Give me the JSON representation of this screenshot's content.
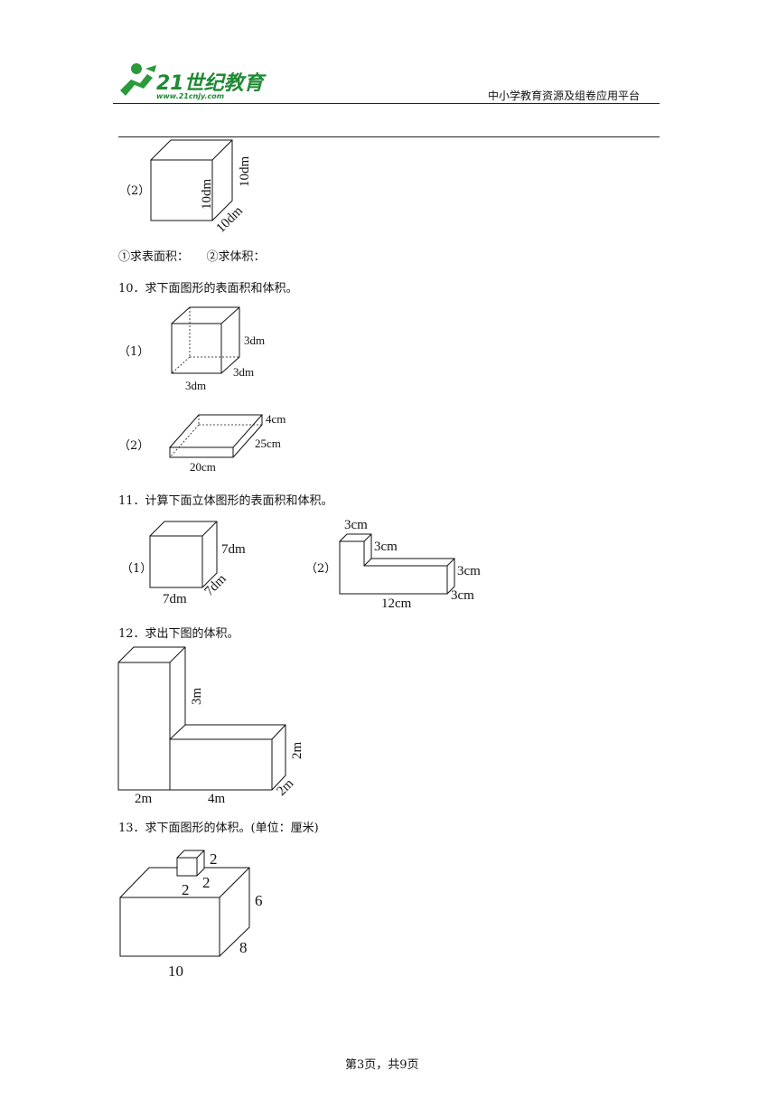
{
  "header": {
    "logo_text": "21世纪教育",
    "logo_url": "www.21cnjy.com",
    "platform": "中小学教育资源及组卷应用平台"
  },
  "footer": {
    "page": "第3页，共9页"
  },
  "q9": {
    "part2_label": "（2）",
    "dim_front": "10dm",
    "dim_side": "10dm",
    "dim_depth": "10dm",
    "subq": "①求表面积：　　②求体积："
  },
  "q10": {
    "text": "10．求下面图形的表面积和体积。",
    "p1_label": "（1）",
    "p1_h": "3dm",
    "p1_d": "3dm",
    "p1_w": "3dm",
    "p2_label": "（2）",
    "p2_h": "4cm",
    "p2_d": "25cm",
    "p2_w": "20cm"
  },
  "q11": {
    "text": "11．计算下面立体图形的表面积和体积。",
    "p1_label": "（1）",
    "p1_h": "7dm",
    "p1_w": "7dm",
    "p1_d": "7dm",
    "p2_label": "（2）",
    "p2_top_w": "3cm",
    "p2_step_h": "3cm",
    "p2_right_h": "3cm",
    "p2_right_d": "3cm",
    "p2_len": "12cm"
  },
  "q12": {
    "text": "12．求出下图的体积。",
    "tall_h": "3m",
    "low_h": "2m",
    "depth": "2m",
    "left_w": "2m",
    "right_w": "4m"
  },
  "q13": {
    "text": "13．求下面图形的体积。(单位：厘米)",
    "small_h": "2",
    "small_w": "2",
    "small_d": "2",
    "big_h": "6",
    "big_d": "8",
    "big_w": "10"
  }
}
